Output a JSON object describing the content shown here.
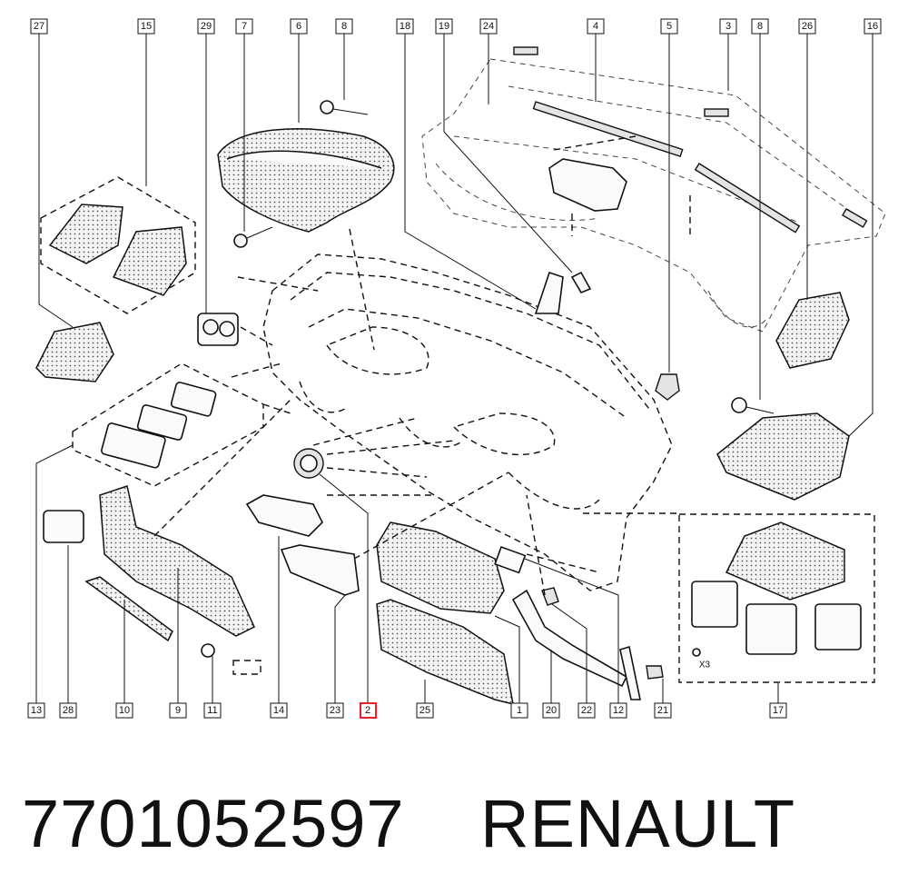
{
  "diagram": {
    "callouts": [
      {
        "id": "27",
        "label": "27"
      },
      {
        "id": "15",
        "label": "15"
      },
      {
        "id": "29",
        "label": "29"
      },
      {
        "id": "7",
        "label": "7"
      },
      {
        "id": "6",
        "label": "6"
      },
      {
        "id": "8a",
        "label": "8"
      },
      {
        "id": "18",
        "label": "18"
      },
      {
        "id": "19",
        "label": "19"
      },
      {
        "id": "24",
        "label": "24"
      },
      {
        "id": "4",
        "label": "4"
      },
      {
        "id": "5",
        "label": "5"
      },
      {
        "id": "3",
        "label": "3"
      },
      {
        "id": "8b",
        "label": "8"
      },
      {
        "id": "26",
        "label": "26"
      },
      {
        "id": "16",
        "label": "16"
      },
      {
        "id": "13",
        "label": "13"
      },
      {
        "id": "28",
        "label": "28"
      },
      {
        "id": "10",
        "label": "10"
      },
      {
        "id": "9",
        "label": "9"
      },
      {
        "id": "11",
        "label": "11"
      },
      {
        "id": "14",
        "label": "14"
      },
      {
        "id": "23",
        "label": "23"
      },
      {
        "id": "2",
        "label": "2",
        "highlighted": true
      },
      {
        "id": "25",
        "label": "25"
      },
      {
        "id": "1",
        "label": "1"
      },
      {
        "id": "20",
        "label": "20"
      },
      {
        "id": "22",
        "label": "22"
      },
      {
        "id": "12",
        "label": "12"
      },
      {
        "id": "21",
        "label": "21"
      },
      {
        "id": "17",
        "label": "17"
      }
    ],
    "quantity_note": "X3",
    "highlight_color": "#e8202a"
  },
  "footer": {
    "part_number": "7701052597",
    "brand": "RENAULT"
  }
}
